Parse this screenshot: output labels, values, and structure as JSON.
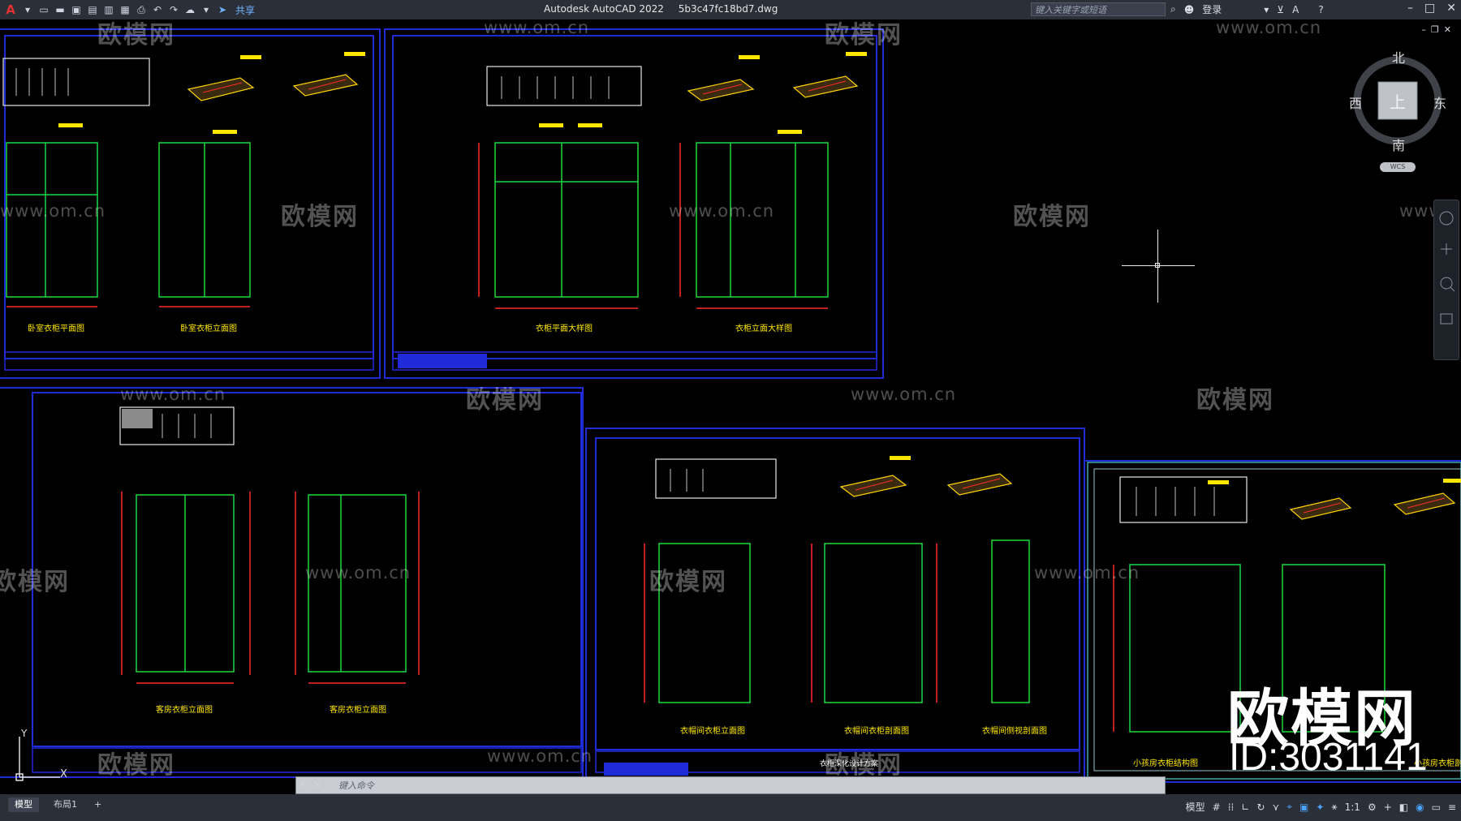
{
  "titlebar": {
    "app_logo": "A",
    "share_label": "共享",
    "app_name": "Autodesk AutoCAD 2022",
    "file_name": "5b3c47fc18bd7.dwg",
    "search_placeholder": "键入关键字或短语",
    "login_label": "登录"
  },
  "viewcube": {
    "north": "北",
    "south": "南",
    "west": "西",
    "east": "东",
    "face": "上",
    "wcs": "WCS"
  },
  "watermarks": {
    "brand": "欧模网",
    "url": "www.om.cn"
  },
  "overlay": {
    "brand": "欧模网",
    "id": "ID:3031141"
  },
  "drawing_labels": {
    "a1": "卧室衣柜平面图",
    "a2": "卧室衣柜立面图",
    "b1": "衣柜平面大样图",
    "b2": "衣柜立面大样图",
    "c1": "客房衣柜立面图",
    "c2": "客房衣柜立面图",
    "d1": "衣帽间衣柜立面图",
    "d2": "衣帽间衣柜剖面图",
    "d3": "衣帽间侧视剖面图",
    "e1": "小孩房衣柜结构图",
    "e2": "小孩房衣柜剖面图",
    "tb": "衣柜深化设计方案"
  },
  "command": {
    "placeholder": "键入命令"
  },
  "statusbar": {
    "tab_model": "模型",
    "tab_layout1": "布局1",
    "tab_add": "+",
    "model_label": "模型",
    "scale": "1:1"
  },
  "axis": {
    "y": "Y",
    "x": "X"
  }
}
